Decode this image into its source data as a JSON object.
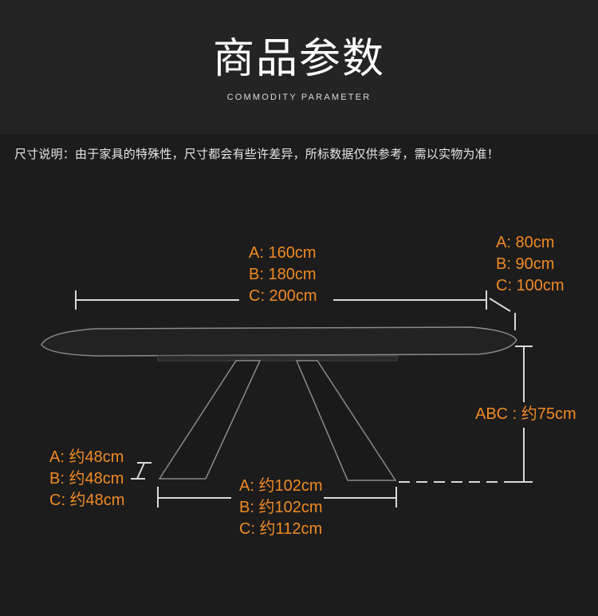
{
  "header": {
    "title": "商品参数",
    "subtitle": "COMMODITY PARAMETER"
  },
  "note": "尺寸说明：由于家具的特殊性，尺寸都会有些许差异，所标数据仅供参考，需以实物为准！",
  "dimensions": {
    "length": [
      "A: 160cm",
      "B: 180cm",
      "C: 200cm"
    ],
    "thickness": [
      "A: 80cm",
      "B: 90cm",
      "C: 100cm"
    ],
    "height": "ABC : 约75cm",
    "foot_width": [
      "A: 约48cm",
      "B: 约48cm",
      "C: 约48cm"
    ],
    "base_span": [
      "A: 约102cm",
      "B: 约102cm",
      "C: 约112cm"
    ]
  },
  "colors": {
    "background": "#1c1c1c",
    "header_bg": "#242424",
    "accent": "#f08a24",
    "line": "#d9d9d9"
  }
}
